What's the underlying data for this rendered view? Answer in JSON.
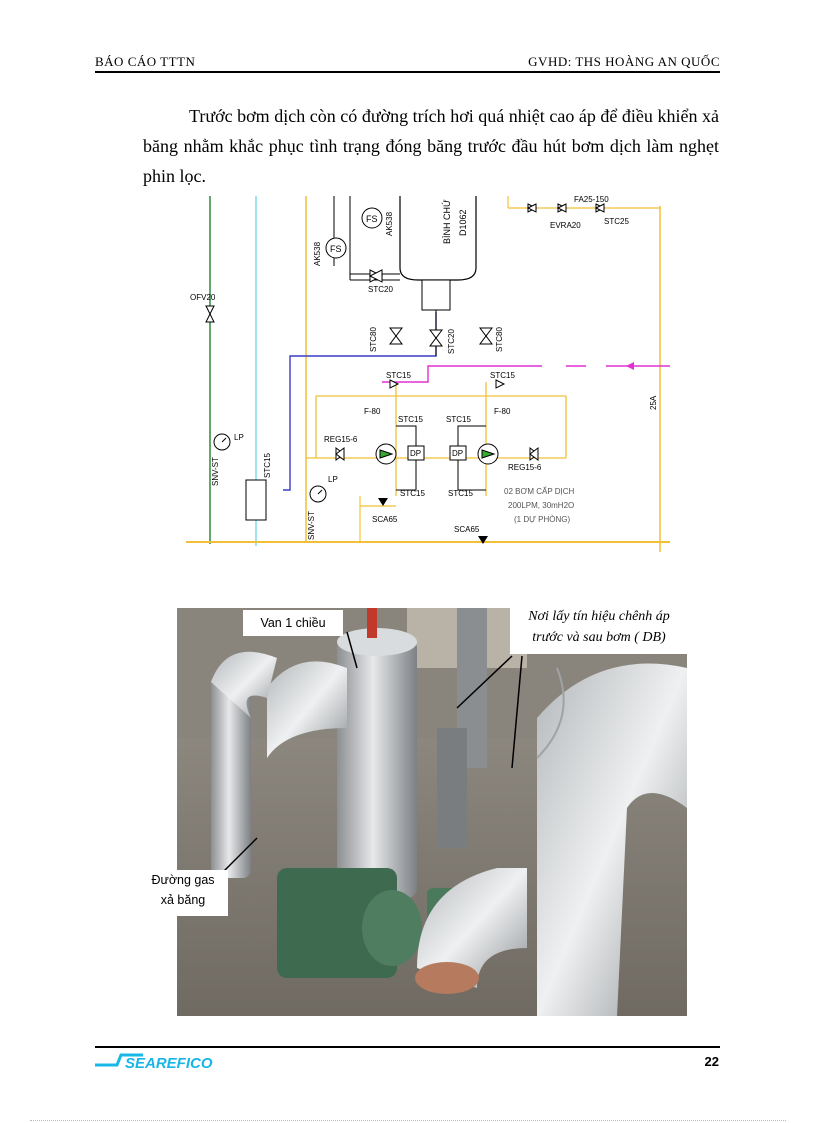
{
  "header": {
    "left": "BÁO CÁO TTTN",
    "right": "GVHD: THS HOÀNG AN QUỐC"
  },
  "paragraph": "Trước bơm dịch còn có đường trích hơi quá nhiệt cao áp để điều khiển xả băng nhằm khắc phục tình trạng đóng băng trước đầu hút bơm dịch làm nghẹt phin lọc.",
  "diagram": {
    "labels": {
      "ofv20": "OFV20",
      "lp": "LP",
      "snv_st": "SNV-ST",
      "stc15": "STC15",
      "stc20": "STC20",
      "stc80": "STC80",
      "f80": "F-80",
      "reg": "REG15-6",
      "dp": "DP",
      "sca65": "SCA65",
      "fs": "FS",
      "ak538": "AK538",
      "evra20": "EVRA20",
      "fa25": "FA25-150",
      "stc25": "STC25",
      "binh_chua": "BÌNH CHỨ",
      "d106": "D1062",
      "pipe_25a": "25A",
      "pump_note_1": "02 BƠM CẤP DỊCH",
      "pump_note_2": "200LPM, 30mH2O",
      "pump_note_3": "(1 DỰ PHÒNG)"
    }
  },
  "photo": {
    "callouts": {
      "van": "Van 1 chiều",
      "gas_line1": "Đường gas",
      "gas_line2": "xả băng",
      "db_line1": "Nơi lấy tín hiệu chênh áp",
      "db_line2": "trước và sau bơm ( DB)"
    }
  },
  "footer": {
    "logo": "SEAREFICO",
    "page": "22"
  },
  "colors": {
    "pipe_yellow": "#f2c037",
    "pipe_blue": "#3c3cc8",
    "pipe_magenta": "#e030d0",
    "pipe_cyan": "#7fd8f0",
    "pipe_green": "#2f8a3a",
    "logo_cyan": "#19b6e8"
  }
}
